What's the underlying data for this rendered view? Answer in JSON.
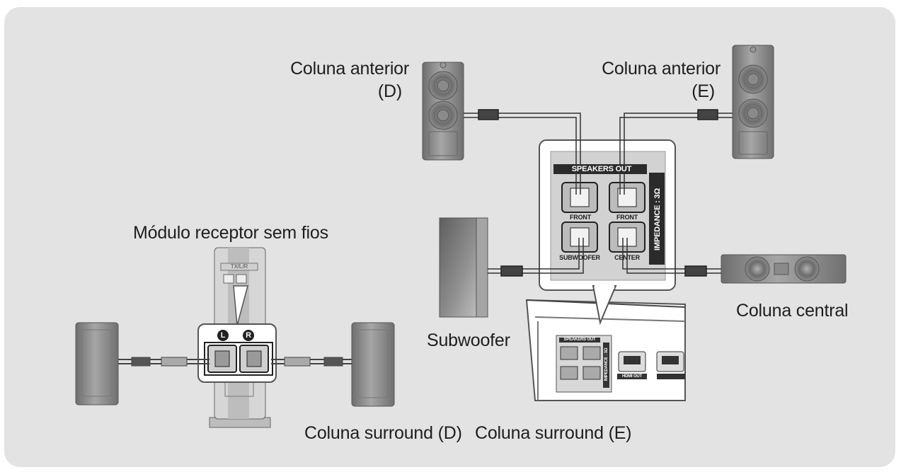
{
  "labels": {
    "front_right_line1": "Coluna anterior",
    "front_right_line2": "(D)",
    "front_left_line1": "Coluna anterior",
    "front_left_line2": "(E)",
    "wireless_module": "Módulo receptor sem fios",
    "subwoofer": "Subwoofer",
    "center": "Coluna central",
    "surround_right": "Coluna surround (D)",
    "surround_left": "Coluna surround (E)"
  },
  "panel": {
    "title": "SPEAKERS OUT",
    "impedance": "IMPEDANCE : 3Ω",
    "front_right": "FRONT",
    "front_left": "FRONT",
    "subwoofer": "SUBWOOFER",
    "center": "CENTER"
  },
  "module_panel": {
    "left_terminal": "L",
    "right_terminal": "R",
    "small_text": "TX/L/R"
  },
  "rear_panel": {
    "title": "SPEAKERS OUT",
    "impedance": "IMPEDANCE : 3Ω",
    "hdmi_out": "HDMI OUT"
  },
  "icons": [
    "speaker-icon",
    "subwoofer-icon",
    "connector-icon",
    "terminal-icon"
  ],
  "colors": {
    "background": "#e3e3e3",
    "speaker": "#8a8a8a",
    "panel_dark": "#2b2b2b"
  }
}
